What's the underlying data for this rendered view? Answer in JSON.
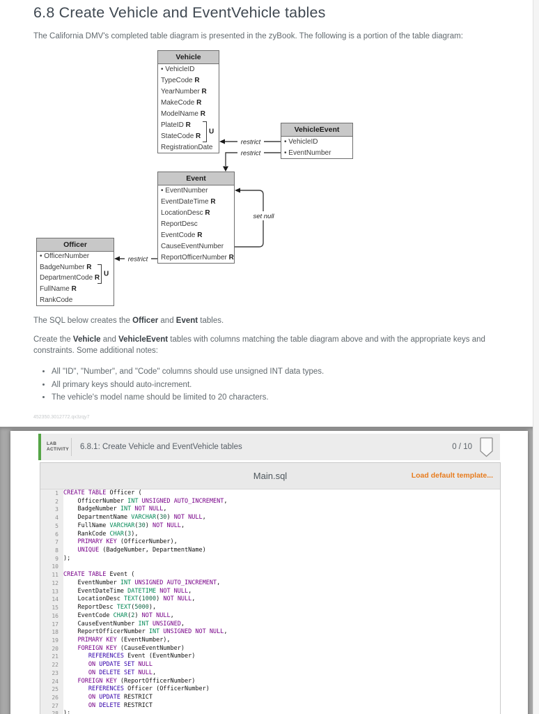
{
  "page": {
    "title": "6.8 Create Vehicle and EventVehicle tables",
    "intro": "The California DMV's completed table diagram is presented in the zyBook. The following is a portion of the table diagram:",
    "sql_note": [
      "The SQL below creates the ",
      "Officer",
      " and ",
      "Event",
      " tables."
    ],
    "instruction": [
      "Create the ",
      "Vehicle",
      " and ",
      "VehicleEvent",
      " tables with columns matching the table diagram above and with the appropriate keys and constraints. Some additional notes:"
    ],
    "notes": [
      "All \"ID\", \"Number\", and \"Code\" columns should use unsigned INT data types.",
      "All primary keys should auto-increment.",
      "The vehicle's model name should be limited to 20 characters."
    ],
    "footnote": "452350.3012772.qx3zqy7"
  },
  "diagram": {
    "unique_label": "U",
    "labels": {
      "vehicle_restrict": "restrict",
      "event_restrict": "restrict",
      "set_null": "set null",
      "officer_restrict": "restrict"
    },
    "tables": [
      {
        "name": "Vehicle",
        "rows": [
          {
            "t": "• VehicleID"
          },
          {
            "t": "TypeCode",
            "r": true
          },
          {
            "t": "YearNumber",
            "r": true
          },
          {
            "t": "MakeCode",
            "r": true
          },
          {
            "t": "ModelName",
            "r": true
          },
          {
            "t": "PlateID",
            "r": true
          },
          {
            "t": "StateCode",
            "r": true
          },
          {
            "t": "RegistrationDate"
          }
        ]
      },
      {
        "name": "VehicleEvent",
        "rows": [
          {
            "t": "• VehicleID"
          },
          {
            "t": "• EventNumber"
          }
        ]
      },
      {
        "name": "Event",
        "rows": [
          {
            "t": "• EventNumber"
          },
          {
            "t": "EventDateTime",
            "r": true
          },
          {
            "t": "LocationDesc",
            "r": true
          },
          {
            "t": "ReportDesc"
          },
          {
            "t": "EventCode",
            "r": true
          },
          {
            "t": "CauseEventNumber"
          },
          {
            "t": "ReportOfficerNumber",
            "r": true
          }
        ]
      },
      {
        "name": "Officer",
        "rows": [
          {
            "t": "• OfficerNumber"
          },
          {
            "t": "BadgeNumber",
            "r": true
          },
          {
            "t": "DepartmentCode",
            "r": true
          },
          {
            "t": "FullName",
            "r": true
          },
          {
            "t": "RankCode"
          }
        ]
      }
    ]
  },
  "activity": {
    "badge_line1": "LAB",
    "badge_line2": "ACTIVITY",
    "title": "6.8.1: Create Vehicle and EventVehicle tables",
    "score": "0 / 10"
  },
  "editor": {
    "filename": "Main.sql",
    "load_template": "Load default template...",
    "lines": [
      [
        [
          "k",
          "CREATE TABLE"
        ],
        [
          "",
          " Officer ("
        ]
      ],
      [
        [
          "",
          "    OfficerNumber "
        ],
        [
          "t",
          "INT"
        ],
        [
          "",
          " "
        ],
        [
          "k",
          "UNSIGNED"
        ],
        [
          "",
          " "
        ],
        [
          "k",
          "AUTO_INCREMENT"
        ],
        [
          "",
          ","
        ]
      ],
      [
        [
          "",
          "    BadgeNumber "
        ],
        [
          "t",
          "INT"
        ],
        [
          "",
          " "
        ],
        [
          "k",
          "NOT NULL"
        ],
        [
          "",
          ","
        ]
      ],
      [
        [
          "",
          "    DepartmentName "
        ],
        [
          "t",
          "VARCHAR"
        ],
        [
          "",
          "("
        ],
        [
          "n",
          "30"
        ],
        [
          "",
          ") "
        ],
        [
          "k",
          "NOT NULL"
        ],
        [
          "",
          ","
        ]
      ],
      [
        [
          "",
          "    FullName "
        ],
        [
          "t",
          "VARCHAR"
        ],
        [
          "",
          "("
        ],
        [
          "n",
          "30"
        ],
        [
          "",
          ") "
        ],
        [
          "k",
          "NOT NULL"
        ],
        [
          "",
          ","
        ]
      ],
      [
        [
          "",
          "    RankCode "
        ],
        [
          "t",
          "CHAR"
        ],
        [
          "",
          "("
        ],
        [
          "n",
          "3"
        ],
        [
          "",
          "),"
        ]
      ],
      [
        [
          "",
          "    "
        ],
        [
          "k",
          "PRIMARY KEY"
        ],
        [
          "",
          " (OfficerNumber),"
        ]
      ],
      [
        [
          "",
          "    "
        ],
        [
          "k",
          "UNIQUE"
        ],
        [
          "",
          " (BadgeNumber, DepartmentName)"
        ]
      ],
      [
        [
          "",
          ");"
        ]
      ],
      [],
      [
        [
          "k",
          "CREATE TABLE"
        ],
        [
          "",
          " Event ("
        ]
      ],
      [
        [
          "",
          "    EventNumber "
        ],
        [
          "t",
          "INT"
        ],
        [
          "",
          " "
        ],
        [
          "k",
          "UNSIGNED"
        ],
        [
          "",
          " "
        ],
        [
          "k",
          "AUTO_INCREMENT"
        ],
        [
          "",
          ","
        ]
      ],
      [
        [
          "",
          "    EventDateTime "
        ],
        [
          "t",
          "DATETIME"
        ],
        [
          "",
          " "
        ],
        [
          "k",
          "NOT NULL"
        ],
        [
          "",
          ","
        ]
      ],
      [
        [
          "",
          "    LocationDesc "
        ],
        [
          "t",
          "TEXT"
        ],
        [
          "",
          "("
        ],
        [
          "n",
          "1000"
        ],
        [
          "",
          ") "
        ],
        [
          "k",
          "NOT NULL"
        ],
        [
          "",
          ","
        ]
      ],
      [
        [
          "",
          "    ReportDesc "
        ],
        [
          "t",
          "TEXT"
        ],
        [
          "",
          "("
        ],
        [
          "n",
          "5000"
        ],
        [
          "",
          "),"
        ]
      ],
      [
        [
          "",
          "    EventCode "
        ],
        [
          "t",
          "CHAR"
        ],
        [
          "",
          "("
        ],
        [
          "n",
          "2"
        ],
        [
          "",
          ") "
        ],
        [
          "k",
          "NOT NULL"
        ],
        [
          "",
          ","
        ]
      ],
      [
        [
          "",
          "    CauseEventNumber "
        ],
        [
          "t",
          "INT"
        ],
        [
          "",
          " "
        ],
        [
          "k",
          "UNSIGNED"
        ],
        [
          "",
          ","
        ]
      ],
      [
        [
          "",
          "    ReportOfficerNumber "
        ],
        [
          "t",
          "INT"
        ],
        [
          "",
          " "
        ],
        [
          "k",
          "UNSIGNED"
        ],
        [
          "",
          " "
        ],
        [
          "k",
          "NOT NULL"
        ],
        [
          "",
          ","
        ]
      ],
      [
        [
          "",
          "    "
        ],
        [
          "k",
          "PRIMARY KEY"
        ],
        [
          "",
          " (EventNumber),"
        ]
      ],
      [
        [
          "",
          "    "
        ],
        [
          "k",
          "FOREIGN KEY"
        ],
        [
          "",
          " (CauseEventNumber)"
        ]
      ],
      [
        [
          "",
          "       "
        ],
        [
          "b",
          "REFERENCES"
        ],
        [
          "",
          " Event (EventNumber)"
        ]
      ],
      [
        [
          "",
          "       "
        ],
        [
          "k",
          "ON"
        ],
        [
          "",
          " "
        ],
        [
          "b",
          "UPDATE"
        ],
        [
          "",
          " "
        ],
        [
          "b",
          "SET"
        ],
        [
          "",
          " "
        ],
        [
          "k",
          "NULL"
        ]
      ],
      [
        [
          "",
          "       "
        ],
        [
          "k",
          "ON"
        ],
        [
          "",
          " "
        ],
        [
          "b",
          "DELETE"
        ],
        [
          "",
          " "
        ],
        [
          "b",
          "SET"
        ],
        [
          "",
          " "
        ],
        [
          "k",
          "NULL"
        ],
        [
          "",
          ","
        ]
      ],
      [
        [
          "",
          "    "
        ],
        [
          "k",
          "FOREIGN KEY"
        ],
        [
          "",
          " (ReportOfficerNumber)"
        ]
      ],
      [
        [
          "",
          "       "
        ],
        [
          "b",
          "REFERENCES"
        ],
        [
          "",
          " Officer (OfficerNumber)"
        ]
      ],
      [
        [
          "",
          "       "
        ],
        [
          "k",
          "ON"
        ],
        [
          "",
          " "
        ],
        [
          "b",
          "UPDATE"
        ],
        [
          "",
          " RESTRICT"
        ]
      ],
      [
        [
          "",
          "       "
        ],
        [
          "k",
          "ON"
        ],
        [
          "",
          " "
        ],
        [
          "b",
          "DELETE"
        ],
        [
          "",
          " RESTRICT"
        ]
      ],
      [
        [
          "",
          ");"
        ]
      ]
    ]
  },
  "colors": {
    "activity_green": "#55a546",
    "link_orange": "#e87c1e",
    "syntax_keyword": "#770088",
    "syntax_type": "#008855",
    "syntax_builtin": "#3300aa",
    "syntax_number": "#116644",
    "diagram_header_bg": "#c8c8c8",
    "overlay_gray": "#a8a8a8"
  }
}
